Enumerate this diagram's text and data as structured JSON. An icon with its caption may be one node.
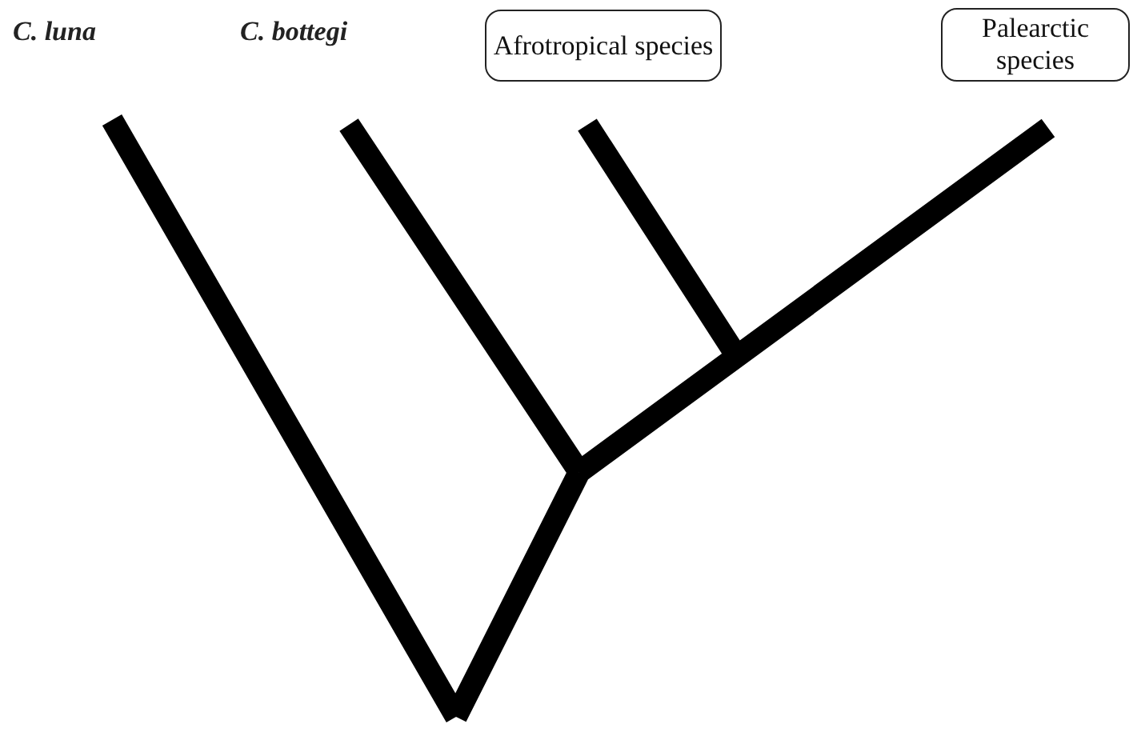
{
  "diagram": {
    "nodes": [
      {
        "text": [
          "Afrotropical species"
        ]
      },
      {
        "text": [
          "Palearctic species"
        ]
      }
    ],
    "labels": [
      "C. luna",
      "C. bottegi"
    ]
  }
}
